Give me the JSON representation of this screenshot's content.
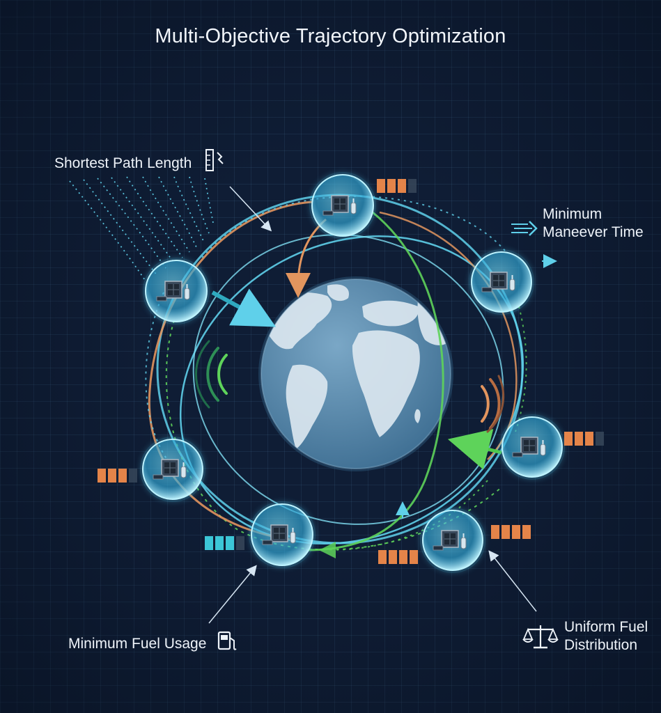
{
  "title": "Multi-Objective Trajectory Optimization",
  "objectives": {
    "shortest_path": "Shortest Path Length",
    "min_time_line1": "Minimum",
    "min_time_line2": "Maneever Time",
    "min_fuel": "Minimum Fuel Usage",
    "uniform_line1": "Uniform Fuel",
    "uniform_line2": "Distribution"
  },
  "icons": {
    "shortest_path": "ruler-icon",
    "min_time": "speed-arrow-icon",
    "min_fuel": "fuel-pump-icon",
    "uniform": "balance-scale-icon",
    "center": "earth-globe-icon",
    "node": "satellite-icon"
  },
  "colors": {
    "background": "#0f1d35",
    "orbit_cyan": "#5fd0ea",
    "orbit_green": "#5ed35a",
    "orbit_orange": "#e2955e",
    "fuel_orange": "#f08a4b",
    "fuel_cyan": "#3fd0e0",
    "earth_ocean": "#5d8cae",
    "earth_land": "#dbe7ef"
  },
  "satellites": [
    {
      "id": "sat-top",
      "fuel_level": 0.75,
      "fuel_color": "orange"
    },
    {
      "id": "sat-upper-right",
      "fuel_level": null
    },
    {
      "id": "sat-right",
      "fuel_level": 0.75,
      "fuel_color": "orange"
    },
    {
      "id": "sat-lower-right",
      "fuel_level": 1.0,
      "fuel_color": "orange"
    },
    {
      "id": "sat-bottom",
      "fuel_level": 0.75,
      "fuel_color": "cyan"
    },
    {
      "id": "sat-left",
      "fuel_level": 0.75,
      "fuel_color": "orange"
    },
    {
      "id": "sat-upper-left",
      "fuel_level": null
    }
  ],
  "extra_fuel_gauge": {
    "fuel_level": 1.0,
    "fuel_color": "orange"
  }
}
